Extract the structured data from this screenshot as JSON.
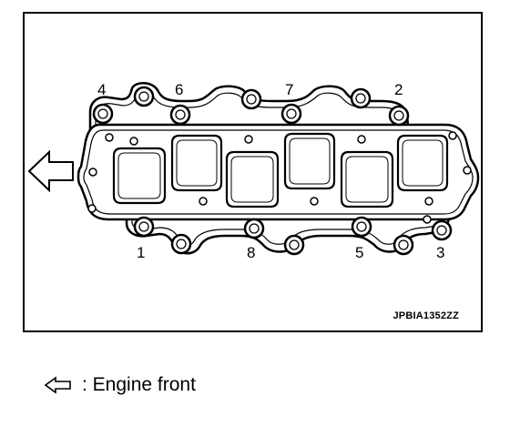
{
  "figure": {
    "bolt_numbers": {
      "b4": "4",
      "b6": "6",
      "b7": "7",
      "b2": "2",
      "b1": "1",
      "b8": "8",
      "b5": "5",
      "b3": "3"
    },
    "reference_code": "JPBIA1352ZZ"
  },
  "legend": {
    "text": ": Engine front",
    "icon": "left-arrow-icon"
  }
}
